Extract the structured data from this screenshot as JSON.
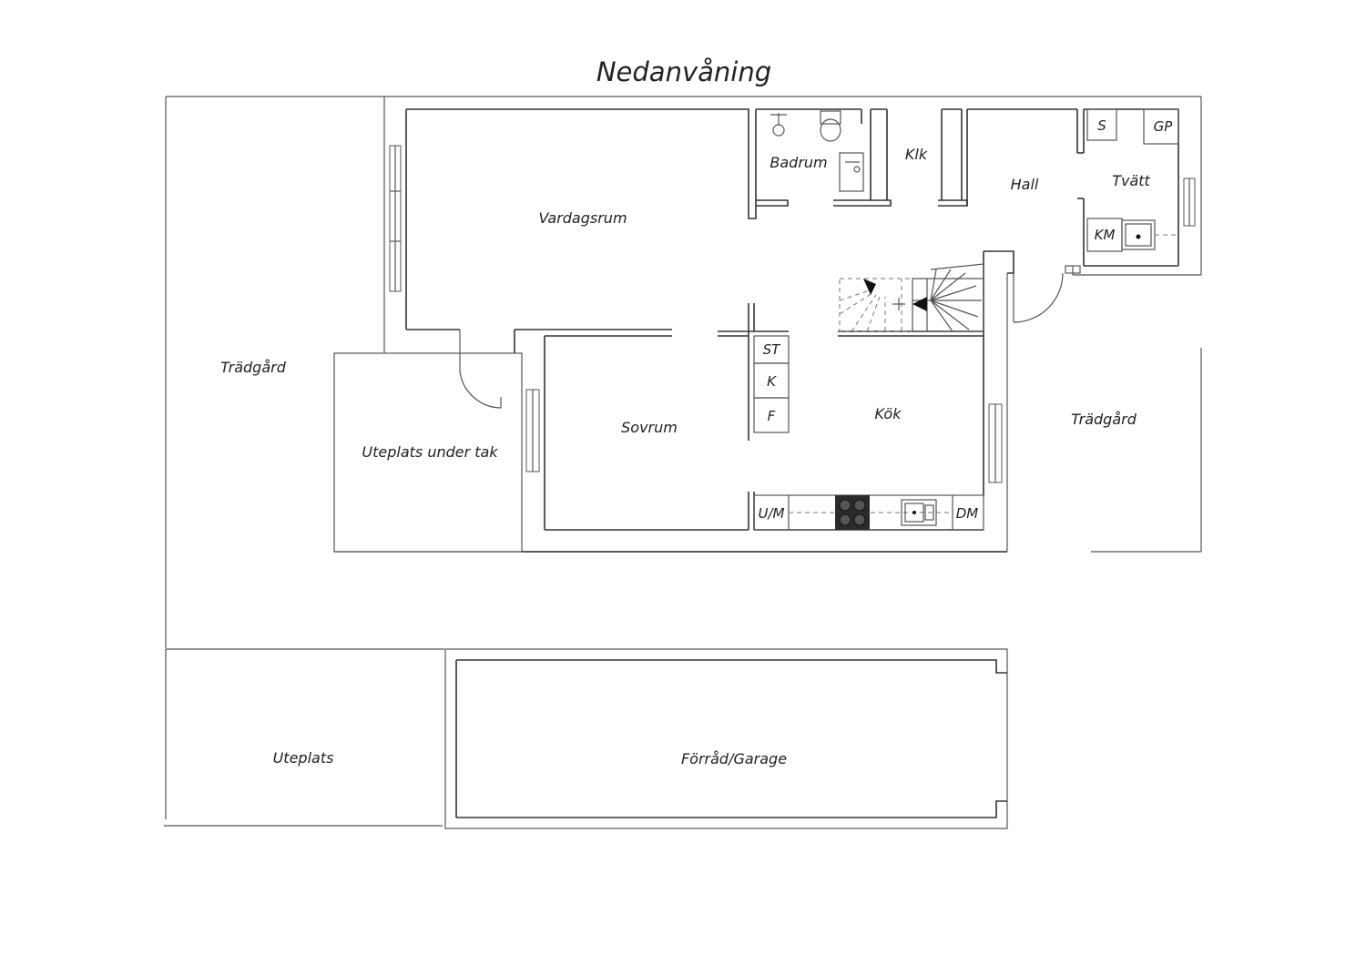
{
  "plan": {
    "title": "Nedanvåning",
    "rooms": {
      "vardagsrum": "Vardagsrum",
      "badrum": "Badrum",
      "klk": "Klk",
      "hall": "Hall",
      "tvatt": "Tvätt",
      "s": "S",
      "gp": "GP",
      "km": "KM",
      "tradgard_left": "Trädgård",
      "tradgard_right": "Trädgård",
      "uteplats_under_tak": "Uteplats under tak",
      "sovrum": "Sovrum",
      "st": "ST",
      "k": "K",
      "f": "F",
      "kok": "Kök",
      "um": "U/M",
      "dm": "DM",
      "uteplats": "Uteplats",
      "forrad_garage": "Förråd/Garage"
    }
  }
}
